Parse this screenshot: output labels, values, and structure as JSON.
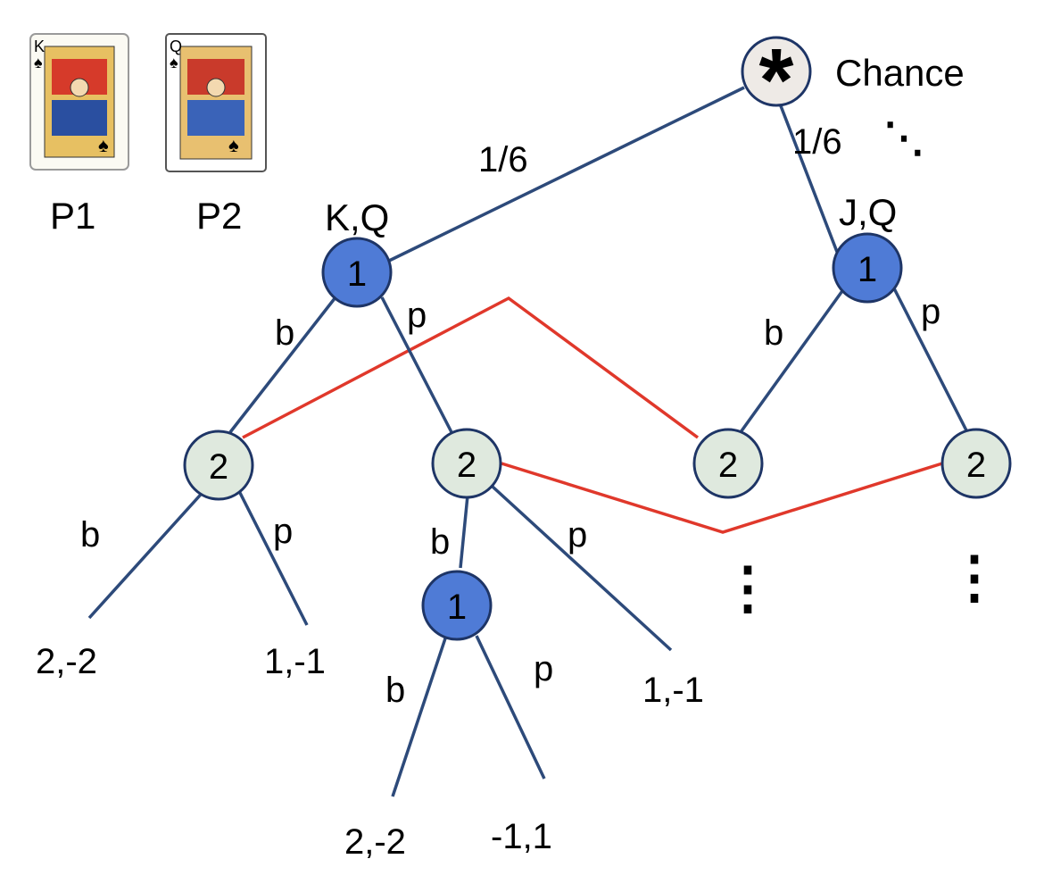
{
  "colors": {
    "edge": "#2d4a7a",
    "info_set": "#e0382b",
    "player1_fill": "#4f7bd6",
    "player1_stroke": "#1e3566",
    "player2_fill": "#dfe9de",
    "player2_stroke": "#1e3566",
    "chance_fill": "#eeeae6"
  },
  "cards": {
    "p1": {
      "rank": "K",
      "suit": "♠",
      "label": "P1"
    },
    "p2": {
      "rank": "Q",
      "suit": "♠",
      "label": "P2"
    }
  },
  "chance": {
    "symbol": "*",
    "label": "Chance",
    "ellipsis": "⋱"
  },
  "edges": {
    "prob_left": "1/6",
    "prob_right": "1/6",
    "b": "b",
    "p": "p"
  },
  "deals": {
    "left": "K,Q",
    "right": "J,Q"
  },
  "nodes": {
    "p1": "1",
    "p2": "2"
  },
  "payoffs": {
    "bb": "2,-2",
    "bp": "1,-1",
    "pbb": "2,-2",
    "pbp": "-1,1",
    "pp": "1,-1"
  },
  "continuation": "⋮"
}
